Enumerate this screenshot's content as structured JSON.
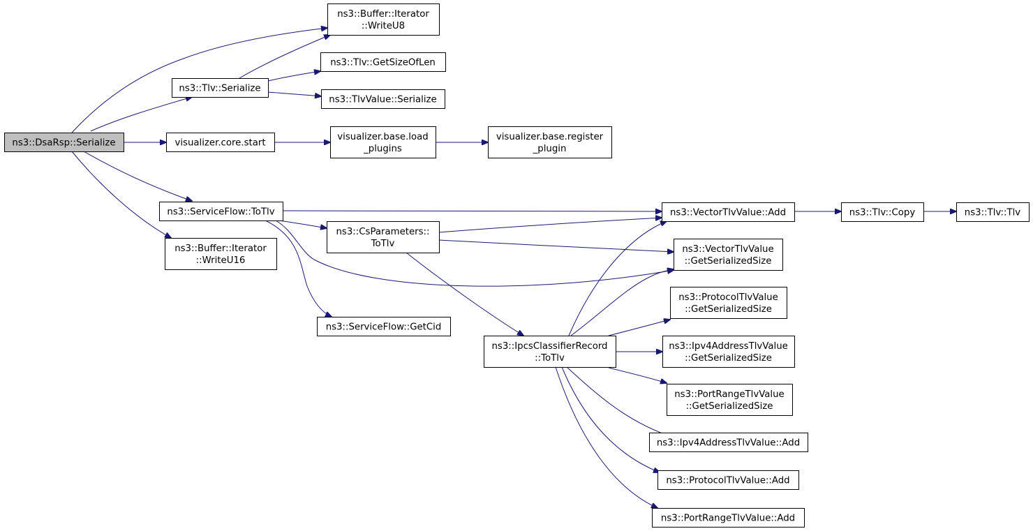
{
  "diagram": {
    "colors": {
      "edge": "#191970",
      "node_fill": "#ffffff",
      "root_fill": "#bfbfbf",
      "node_border": "#000000"
    },
    "nodes": [
      {
        "id": "root",
        "lines": [
          "ns3::DsaRsp::Serialize"
        ],
        "root": true
      },
      {
        "id": "writeu8",
        "lines": [
          "ns3::Buffer::Iterator",
          "::WriteU8"
        ]
      },
      {
        "id": "tlvser",
        "lines": [
          "ns3::Tlv::Serialize"
        ]
      },
      {
        "id": "getsizeoflen",
        "lines": [
          "ns3::Tlv::GetSizeOfLen"
        ]
      },
      {
        "id": "tlvvalueser",
        "lines": [
          "ns3::TlvValue::Serialize"
        ]
      },
      {
        "id": "vizstart",
        "lines": [
          "visualizer.core.start"
        ]
      },
      {
        "id": "loadplugins",
        "lines": [
          "visualizer.base.load",
          "_plugins"
        ]
      },
      {
        "id": "regplugin",
        "lines": [
          "visualizer.base.register",
          "_plugin"
        ]
      },
      {
        "id": "sftotlv",
        "lines": [
          "ns3::ServiceFlow::ToTlv"
        ]
      },
      {
        "id": "writeu16",
        "lines": [
          "ns3::Buffer::Iterator",
          "::WriteU16"
        ]
      },
      {
        "id": "csparams",
        "lines": [
          "ns3::CsParameters::",
          "ToTlv"
        ]
      },
      {
        "id": "getcid",
        "lines": [
          "ns3::ServiceFlow::GetCid"
        ]
      },
      {
        "id": "vtvadd",
        "lines": [
          "ns3::VectorTlvValue::Add"
        ]
      },
      {
        "id": "tlvcopy",
        "lines": [
          "ns3::Tlv::Copy"
        ]
      },
      {
        "id": "tlvtlv",
        "lines": [
          "ns3::Tlv::Tlv"
        ]
      },
      {
        "id": "vtvsize",
        "lines": [
          "ns3::VectorTlvValue",
          "::GetSerializedSize"
        ]
      },
      {
        "id": "ptvsize",
        "lines": [
          "ns3::ProtocolTlvValue",
          "::GetSerializedSize"
        ]
      },
      {
        "id": "ipcs",
        "lines": [
          "ns3::IpcsClassifierRecord",
          "::ToTlv"
        ]
      },
      {
        "id": "ipv4size",
        "lines": [
          "ns3::Ipv4AddressTlvValue",
          "::GetSerializedSize"
        ]
      },
      {
        "id": "prsize",
        "lines": [
          "ns3::PortRangeTlvValue",
          "::GetSerializedSize"
        ]
      },
      {
        "id": "ipv4add",
        "lines": [
          "ns3::Ipv4AddressTlvValue::Add"
        ]
      },
      {
        "id": "ptvadd",
        "lines": [
          "ns3::ProtocolTlvValue::Add"
        ]
      },
      {
        "id": "pradd",
        "lines": [
          "ns3::PortRangeTlvValue::Add"
        ]
      }
    ],
    "edges": [
      {
        "from": "root",
        "to": "writeu8"
      },
      {
        "from": "root",
        "to": "tlvser"
      },
      {
        "from": "root",
        "to": "vizstart"
      },
      {
        "from": "root",
        "to": "sftotlv"
      },
      {
        "from": "root",
        "to": "writeu16"
      },
      {
        "from": "tlvser",
        "to": "writeu8"
      },
      {
        "from": "tlvser",
        "to": "getsizeoflen"
      },
      {
        "from": "tlvser",
        "to": "tlvvalueser"
      },
      {
        "from": "vizstart",
        "to": "loadplugins"
      },
      {
        "from": "loadplugins",
        "to": "regplugin"
      },
      {
        "from": "sftotlv",
        "to": "vtvadd"
      },
      {
        "from": "sftotlv",
        "to": "csparams"
      },
      {
        "from": "sftotlv",
        "to": "vtvsize"
      },
      {
        "from": "sftotlv",
        "to": "getcid"
      },
      {
        "from": "csparams",
        "to": "vtvadd"
      },
      {
        "from": "csparams",
        "to": "vtvsize"
      },
      {
        "from": "csparams",
        "to": "ipcs"
      },
      {
        "from": "vtvadd",
        "to": "tlvcopy"
      },
      {
        "from": "tlvcopy",
        "to": "tlvtlv"
      },
      {
        "from": "ipcs",
        "to": "vtvadd"
      },
      {
        "from": "ipcs",
        "to": "vtvsize"
      },
      {
        "from": "ipcs",
        "to": "ptvsize"
      },
      {
        "from": "ipcs",
        "to": "ipv4size"
      },
      {
        "from": "ipcs",
        "to": "prsize"
      },
      {
        "from": "ipcs",
        "to": "ipv4add"
      },
      {
        "from": "ipcs",
        "to": "ptvadd"
      },
      {
        "from": "ipcs",
        "to": "pradd"
      }
    ]
  }
}
